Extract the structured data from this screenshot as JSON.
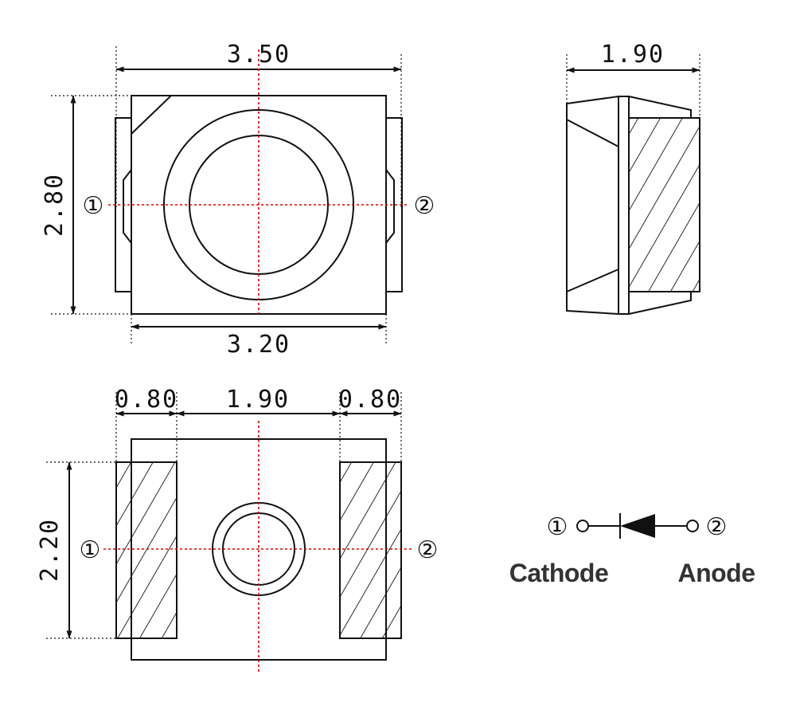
{
  "dimensions": {
    "top_width": "3.50",
    "top_height": "2.80",
    "body_width": "3.20",
    "side_depth": "1.90",
    "pad_left": "0.80",
    "pad_gap": "1.90",
    "pad_right": "0.80",
    "pad_height": "2.20"
  },
  "pins": {
    "pin1": "①",
    "pin2": "②"
  },
  "legend": {
    "cathode": "Cathode",
    "anode": "Anode"
  },
  "colors": {
    "outline": "#111111",
    "centerline": "#e00000",
    "label": "#333333"
  }
}
